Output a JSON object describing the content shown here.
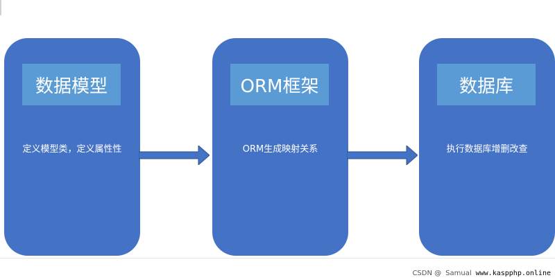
{
  "stages": [
    {
      "title": "数据模型",
      "description": "定义模型类，定义属性性"
    },
    {
      "title": "ORM框架",
      "description": "ORM生成映射关系"
    },
    {
      "title": "数据库",
      "description": "执行数据库增删改查"
    }
  ],
  "watermark": {
    "source": "CSDN @",
    "author": "Samual",
    "site": "www.kaspphp.online"
  },
  "colors": {
    "stage_fill": "#4472c4",
    "header_fill": "#5b9bd5",
    "text": "#ffffff"
  }
}
